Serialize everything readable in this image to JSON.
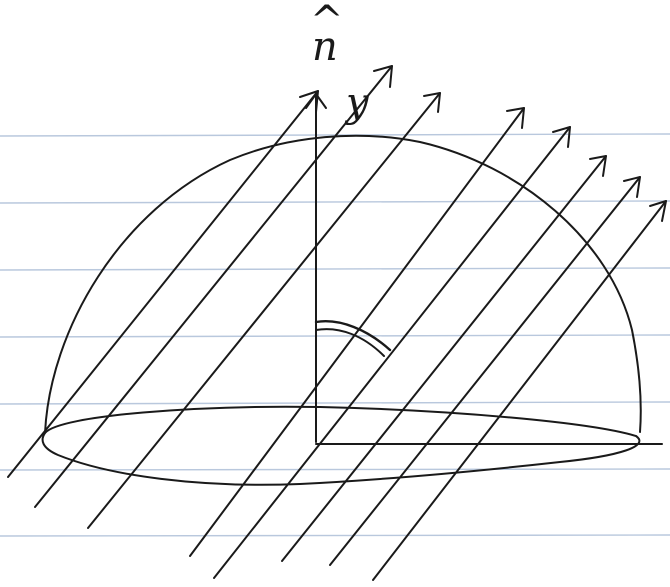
{
  "labels": {
    "normal": "n",
    "normal_hat": "^",
    "ray": "y"
  },
  "colors": {
    "ink": "#1a1a1a",
    "paper": "#ffffff",
    "ruled_line": "#b9c8dd"
  },
  "ray_count": 8
}
